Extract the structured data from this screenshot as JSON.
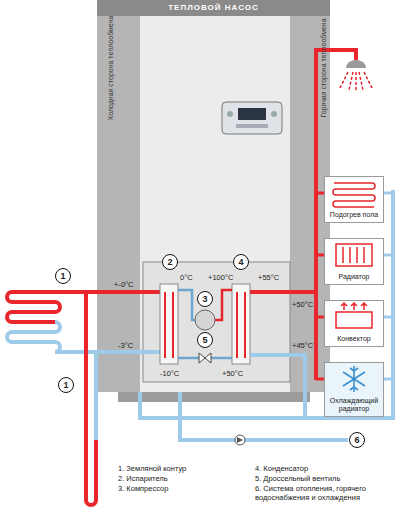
{
  "diagram": {
    "title": "ТЕПЛОВОЙ НАСОС",
    "nodes": [
      {
        "text": [
          "Подогрев пола"
        ]
      },
      {
        "text": [
          "Радиатор"
        ]
      },
      {
        "text": [
          "Конвектор"
        ]
      },
      {
        "text": [
          "Охлаждающий радиатор"
        ]
      }
    ],
    "labels": [
      "Холодная сторона теплообмена",
      "Горячая сторона теплообмена",
      "1",
      "1",
      "2",
      "4",
      "3",
      "5",
      "6",
      "+-0°C",
      "0°C",
      "+100°C",
      "+55°C",
      "+50°C",
      "-3°C",
      "+45°C",
      "-10°C",
      "+50°C",
      "1. Земляной контур",
      "2. Испаритель",
      "3. Компрессор",
      "4. Конденсатор",
      "5. Дроссельный вентиль",
      "6. Система отопления, горячего водоснабжения и охлаждения"
    ]
  }
}
